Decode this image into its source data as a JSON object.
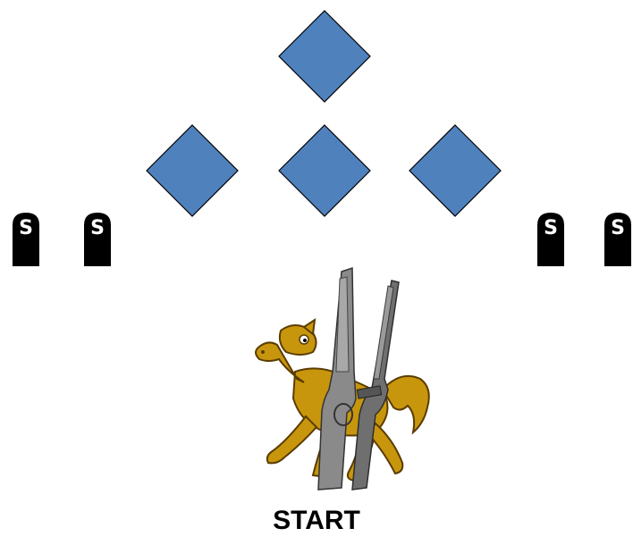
{
  "colors": {
    "diamond_fill": "#4f81bd",
    "diamond_stroke": "#000000",
    "tombstone_fill": "#000000",
    "tombstone_letter": "#ffffff",
    "horse": "#c8960c",
    "rifle_metal": "#777777"
  },
  "targets": {
    "diamonds": [
      "top",
      "left",
      "center",
      "right"
    ]
  },
  "stalls": [
    {
      "letter": "S"
    },
    {
      "letter": "S"
    },
    {
      "letter": "S"
    },
    {
      "letter": "S"
    }
  ],
  "illustration": {
    "icons": [
      "cartoon-horse-icon",
      "lever-action-rifle-icon",
      "shotgun-icon"
    ]
  },
  "start": {
    "label": "START"
  }
}
